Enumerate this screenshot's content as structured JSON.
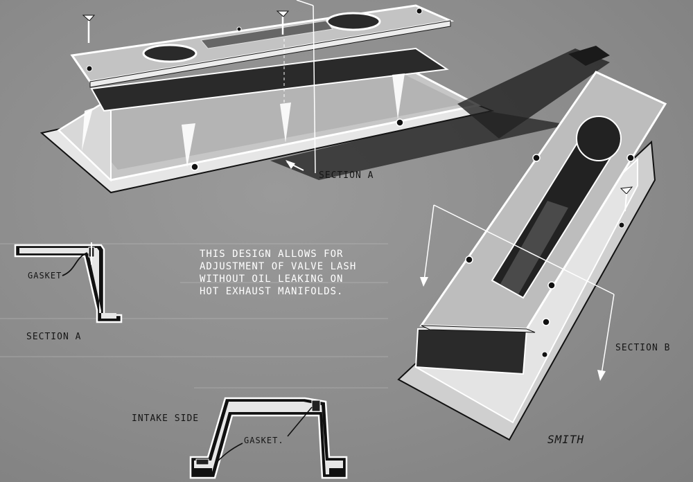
{
  "labels": {
    "section_a_top": "SECTION A",
    "section_a_detail": "SECTION A",
    "section_b": "SECTION B",
    "gasket_left": "GASKET",
    "gasket_bottom": "GASKET.",
    "intake_side": "INTAKE SIDE",
    "signature": "SMITH"
  },
  "note": {
    "line1": "THIS DESIGN ALLOWS FOR",
    "line2": "ADJUSTMENT OF VALVE LASH",
    "line3": "WITHOUT OIL LEAKING ON",
    "line4": "HOT EXHAUST MANIFOLDS."
  },
  "colors": {
    "paper": "#8f8f8f",
    "outline": "#ffffff",
    "ink": "#151515",
    "shadow": "#2a2a2a"
  }
}
